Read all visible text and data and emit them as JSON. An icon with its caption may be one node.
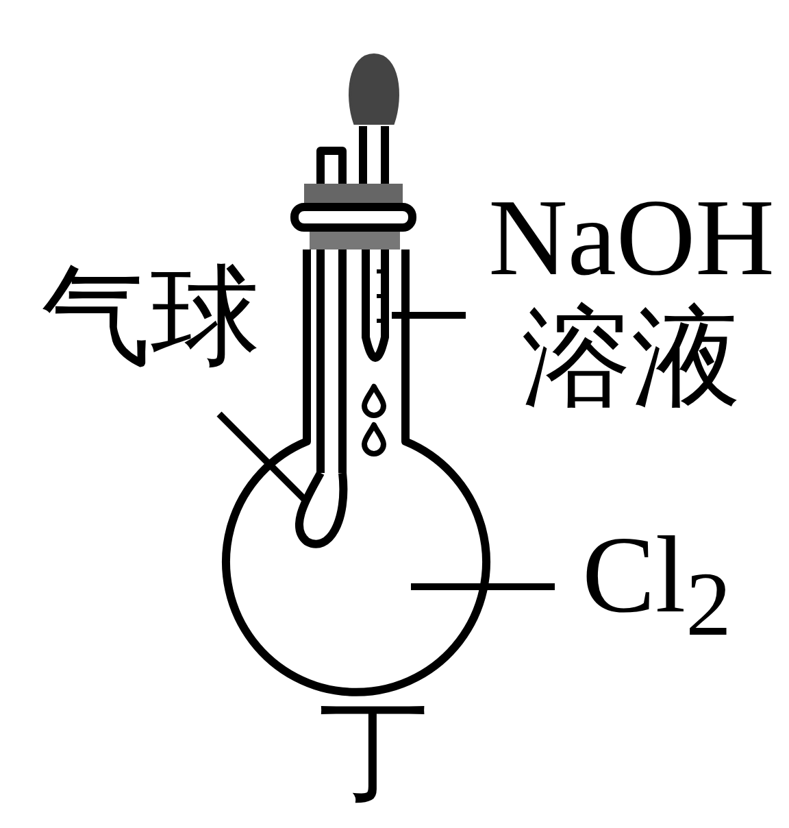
{
  "diagram": {
    "nodes": [
      {
        "text": [
          "气球"
        ]
      },
      {
        "text": [
          "NaOH溶液"
        ]
      },
      {
        "text": [
          "Cl$_{2}$"
        ]
      },
      {
        "text": [],
        "shape": "balloon",
        "in": 5
      },
      {
        "text": [],
        "shape": "dropper",
        "in": 5
      },
      {
        "text": [],
        "shape": "flask"
      }
    ],
    "edges": [
      {
        "from": 0,
        "to": 3,
        "arrow": "none"
      },
      {
        "from": 1,
        "to": 4,
        "arrow": "none"
      },
      {
        "from": 2,
        "to": 5,
        "arrow": "none"
      }
    ],
    "labels": [
      "丁"
    ]
  }
}
